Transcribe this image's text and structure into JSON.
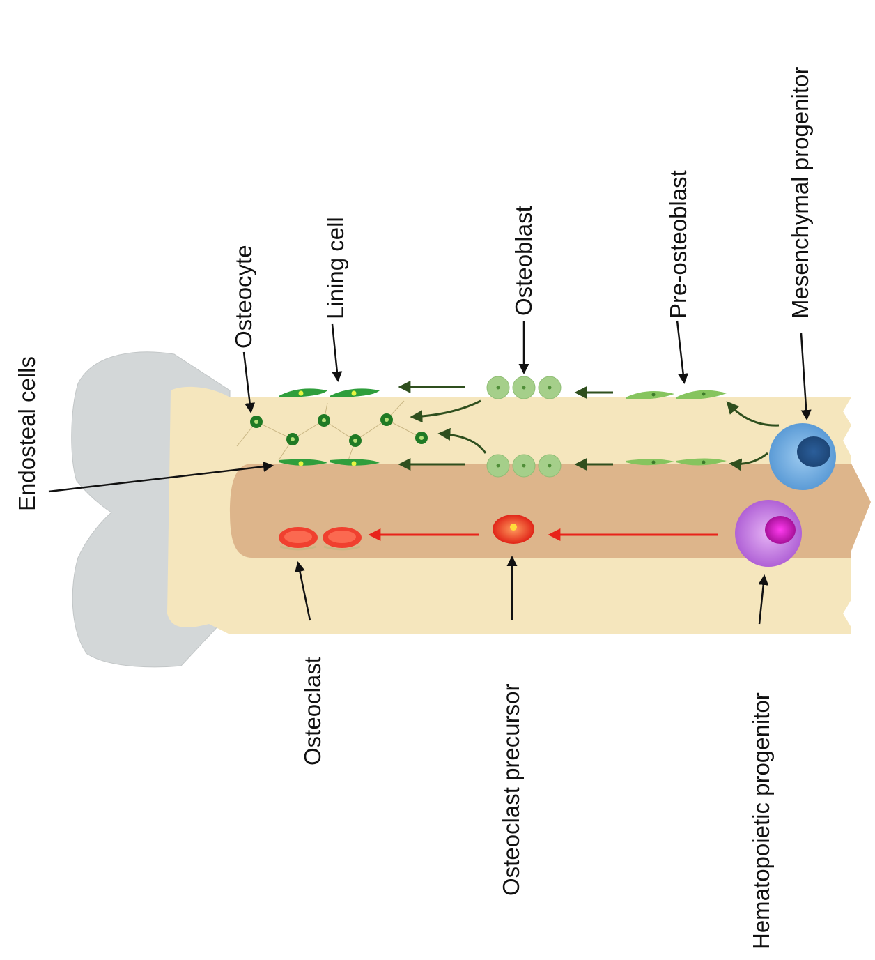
{
  "labels": {
    "endosteal_cells": "Endosteal cells",
    "osteocyte": "Osteocyte",
    "lining_cell": "Lining cell",
    "osteoblast": "Osteoblast",
    "pre_osteoblast": "Pre-osteoblast",
    "mesenchymal_progenitor": "Mesenchymal progenitor",
    "osteoclast": "Osteoclast",
    "osteoclast_precursor": "Osteoclast precursor",
    "hematopoietic_progenitor": "Hematopoietic progenitor"
  },
  "colors": {
    "bone": "#f5e6bd",
    "marrow": "#ddb58b",
    "epiphysis": "#d3d7d8",
    "green_cell": "#2f9e3c",
    "light_green_cell": "#a5cf8a",
    "osteocyte": "#1f7a24",
    "green_arrow": "#2f4f1e",
    "red_arrow": "#e8231a",
    "mesenchymal": "#6aa7dc",
    "hematopoietic": "#c06ee0"
  }
}
